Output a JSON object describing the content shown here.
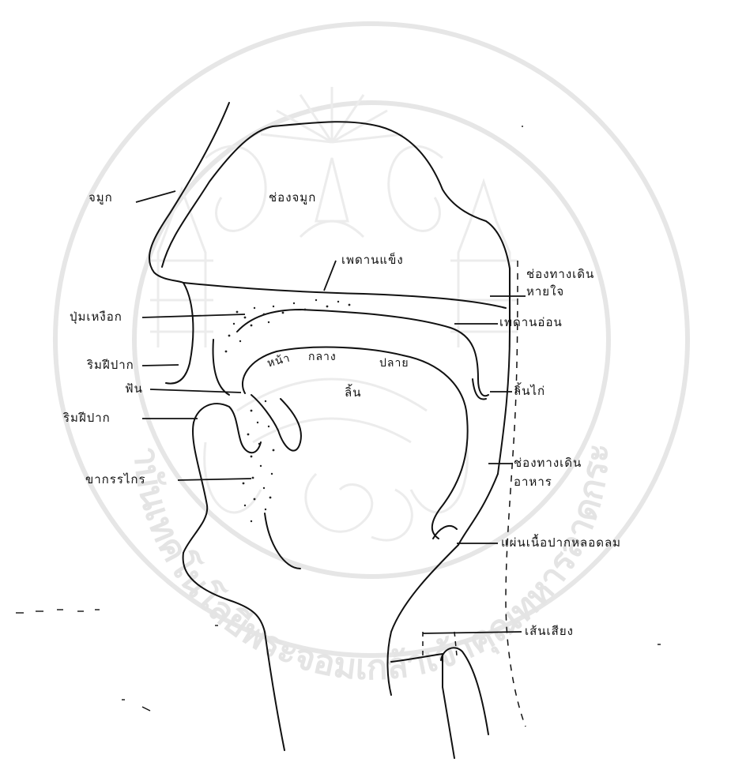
{
  "labels": {
    "nose": "จมูก",
    "nasal_cavity": "ช่องจมูก",
    "hard_palate": "เพดานแข็ง",
    "airway": "ช่องทางเดินหายใจ",
    "alveolar_ridge": "ปุ่มเหงือก",
    "soft_palate": "เพดานอ่อน",
    "upper_lip": "ริมฝีปาก",
    "teeth": "ฟัน",
    "tongue_front": "หน้า",
    "tongue_middle": "กลาง",
    "tongue_back": "ปลาย",
    "tongue": "ลิ้น",
    "uvula": "ลิ้นไก่",
    "lower_lip": "ริมฝีปาก",
    "food_passage": "ช่องทางเดินอาหาร",
    "jaw": "ขากรรไกร",
    "epiglottis": "แผ่นเนื้อปากหลอดลม",
    "vocal_cords": "เส้นเสียง"
  },
  "watermark": {
    "text": "สถาบันเทคโนโลยีพระจอมเกล้าเจ้าคุณทหารลาดกระบัง",
    "color": "#e4e4e4"
  }
}
